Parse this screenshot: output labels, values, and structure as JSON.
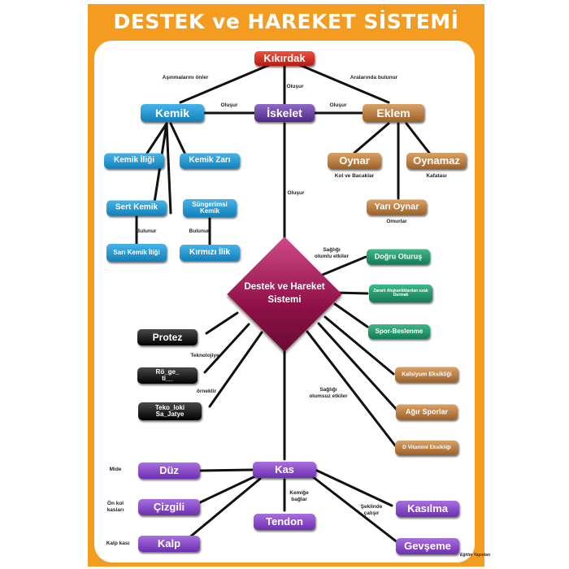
{
  "title": "DESTEK ve HAREKET SİSTEMİ",
  "center": {
    "line1": "Destek ve Hareket",
    "line2": "Sistemi"
  },
  "nodes": {
    "kikirdak": "Kıkırdak",
    "kemik": "Kemik",
    "iskelet": "İskelet",
    "eklem": "Eklem",
    "kemik_iligi": "Kemik İliği",
    "kemik_zari": "Kemik Zarı",
    "sert_kemik": "Sert Kemik",
    "sungerimsi_kemik": "Süngerimsi Kemik",
    "sari_kemik_iligi": "Sarı Kemik İliği",
    "kirmizi_ilik": "Kırmızı İlik",
    "oynar": "Oynar",
    "oynamaz": "Oynamaz",
    "yari_oynar": "Yarı Oynar",
    "dogru_oturus": "Doğru Oturuş",
    "zararli_aliskanliklardan": "Zararlı Alışkanlıklardan uzak Durmak",
    "spor_beslenme": "Spor-Beslenme",
    "kalsiyum_eksikligi": "Kalsiyum Eksikliği",
    "agir_sporlar": "Ağır Sporlar",
    "d_vitamini_eksikligi": "D Vitamini Eksikliği",
    "protez": "Protez",
    "rontgen_line1": "Rö_ge_",
    "rontgen_line2": "ti__",
    "teknoloji_line1": "Teko_loki",
    "teknoloji_line2": "Sa_Jatye",
    "duz": "Düz",
    "cizgili": "Çizgili",
    "kalp": "Kalp",
    "kas": "Kas",
    "tendon": "Tendon",
    "kasilma": "Kasılma",
    "gevseme": "Gevşeme"
  },
  "labels": {
    "asinmalarini_onler": "Aşınmalarını önler",
    "olusur_top": "Oluşur",
    "aralarinda_bulunur": "Aralarında bulunur",
    "olusur_left": "Oluşur",
    "olusur_right": "Oluşur",
    "olusur_middle": "Oluşur",
    "kol_ve_bacaklar": "Kol ve Bacaklar",
    "kafatasi": "Kafatası",
    "omurlar": "Omurlar",
    "bulunur_left": "Bulunur",
    "bulunur_right": "Bulunur",
    "sagligi_olumlu_line1": "Sağlığı",
    "sagligi_olumlu_line2": "olumlu etkiler",
    "teknolojiye": "Teknolojiye",
    "ornektir": "örnektir",
    "sagligi_olumsuz_line1": "Sağlığı",
    "sagligi_olumsuz_line2": "olumsuz etkiler",
    "mide": "Mide",
    "on_kol_line1": "Ön kol",
    "on_kol_line2": "kasları",
    "kalp_kasi": "Kalp kası",
    "kemige_line1": "Kemiğe",
    "kemige_line2": "bağlar",
    "seklinde_line1": "Şeklinde",
    "seklinde_line2": "çalışır"
  },
  "publisher": "Eğitim Yayınları",
  "colors": {
    "frame": "#f39c1f",
    "red": "#d9362a",
    "blue": "#2a9ad4",
    "purple": "#5f3a95",
    "brown": "#c0834a",
    "green": "#26a06f",
    "black": "#1a1a1a",
    "violet": "#8b4fcf",
    "center": "#a61c5a"
  }
}
